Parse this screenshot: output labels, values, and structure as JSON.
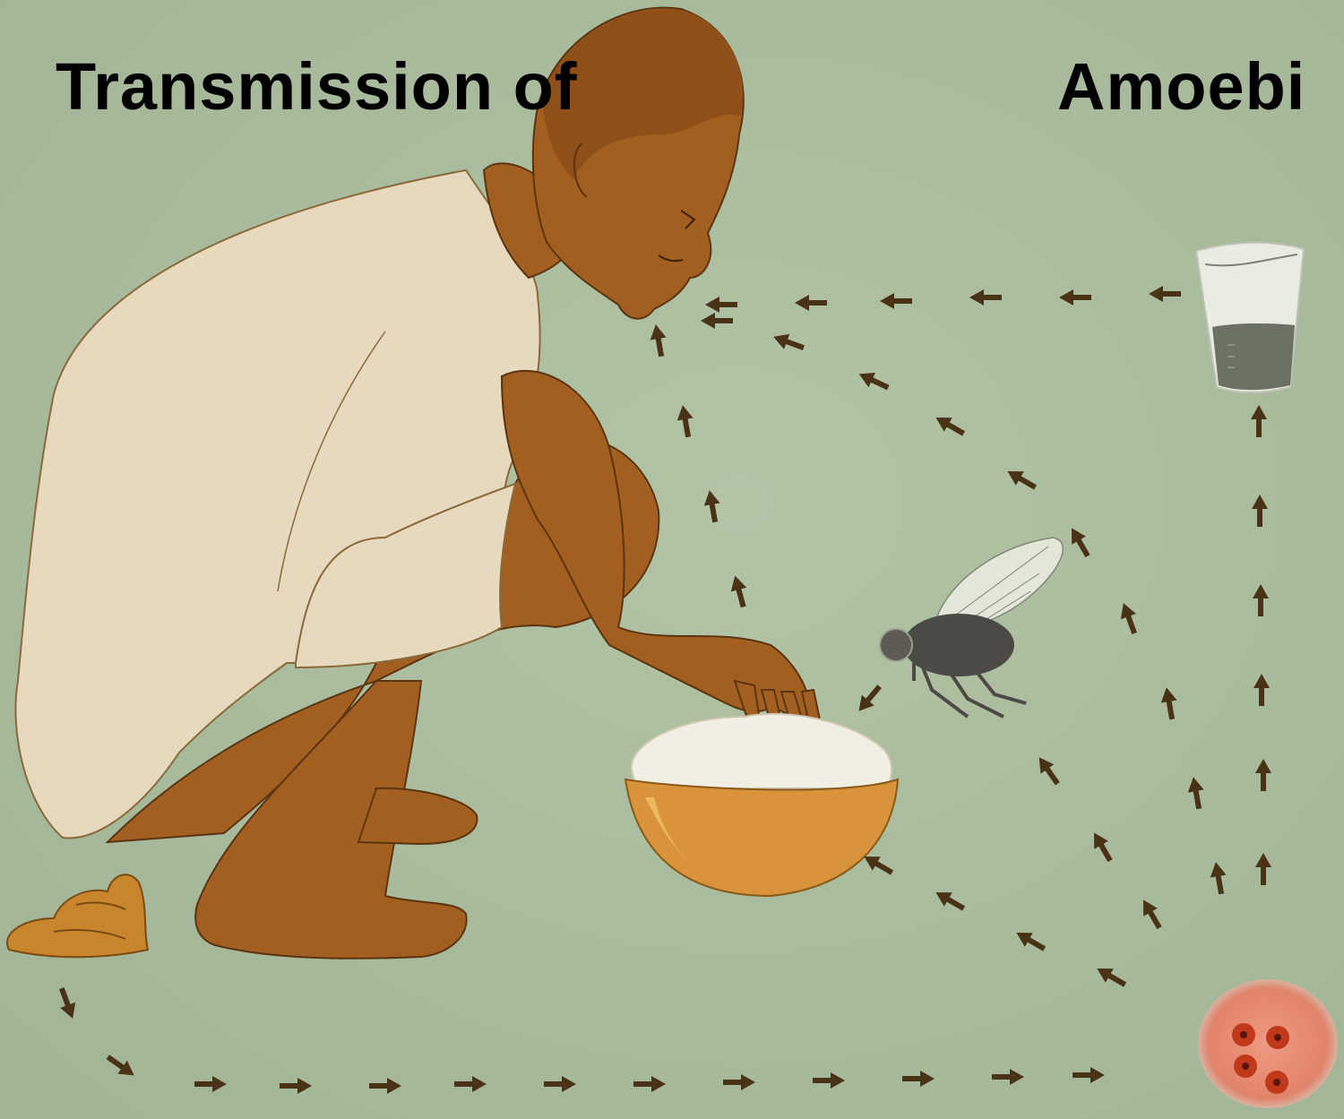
{
  "title": {
    "left": "Transmission of",
    "right": "Amoebi"
  },
  "colors": {
    "background": "#a9bb9d",
    "skin": "#a35f1f",
    "garment": "#e6d9bd",
    "food": "#f1efe4",
    "bowl": "#d9943b",
    "stool": "#c9852b",
    "arrow": "#4a3216",
    "cyst_plate": "#e2836c",
    "cyst": "#c0391b"
  },
  "icons": [
    "man-figure",
    "stool-icon",
    "food-bowl-icon",
    "fly-icon",
    "water-glass-icon",
    "cyst-plate-icon",
    "arrow-icon"
  ]
}
